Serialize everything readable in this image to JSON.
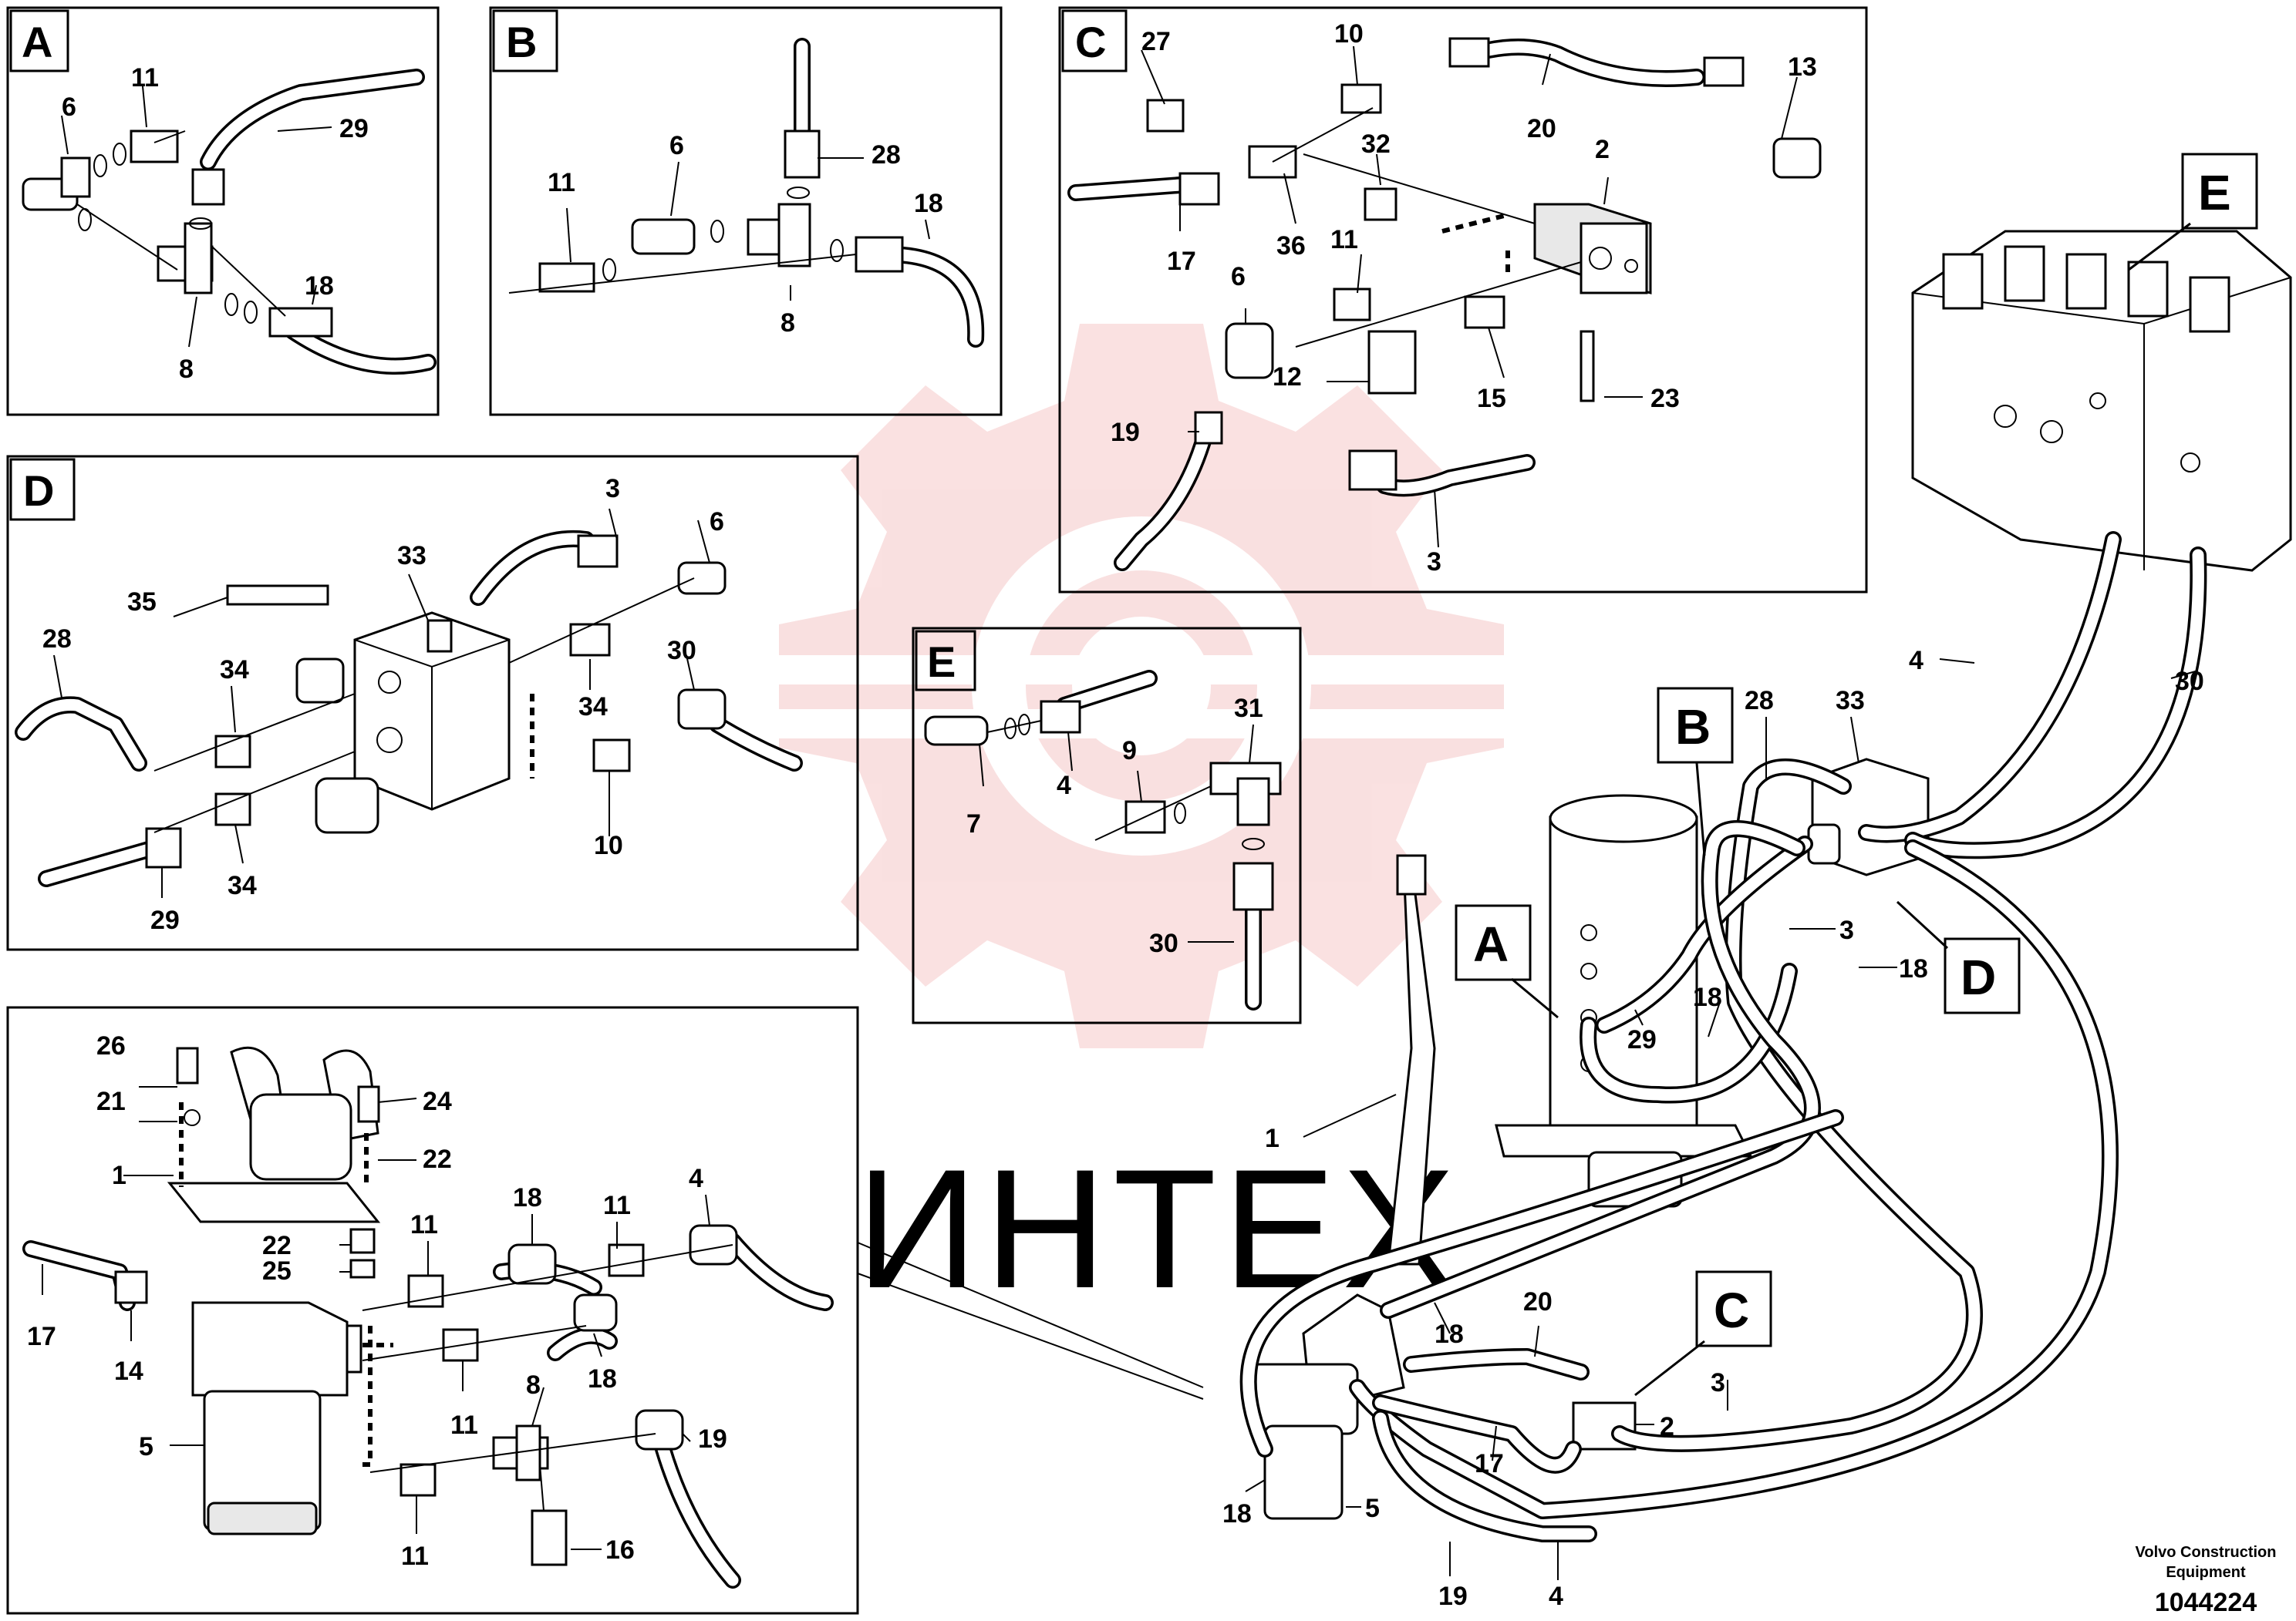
{
  "watermark": "ИНТЕХ",
  "footer": {
    "brand_line1": "Volvo Construction",
    "brand_line2": "Equipment",
    "document_number": "1044224"
  },
  "panels": {
    "A": {
      "letter": "A",
      "labels": [
        "6",
        "11",
        "29",
        "8",
        "18"
      ]
    },
    "B": {
      "letter": "B",
      "labels": [
        "11",
        "6",
        "28",
        "18",
        "8"
      ]
    },
    "C": {
      "letter": "C",
      "labels": [
        "27",
        "10",
        "13",
        "20",
        "2",
        "32",
        "17",
        "36",
        "11",
        "6",
        "12",
        "15",
        "23",
        "19",
        "3"
      ]
    },
    "D": {
      "letter": "D",
      "labels": [
        "3",
        "6",
        "33",
        "35",
        "28",
        "34",
        "34",
        "30",
        "10",
        "29",
        "34"
      ]
    },
    "E": {
      "letter": "E",
      "labels": [
        "4",
        "7",
        "31",
        "9",
        "30"
      ]
    },
    "F": {
      "labels": [
        "26",
        "21",
        "24",
        "1",
        "22",
        "18",
        "4",
        "11",
        "11",
        "22",
        "25",
        "17",
        "14",
        "5",
        "18",
        "11",
        "8",
        "19",
        "11",
        "16"
      ]
    }
  },
  "overview": {
    "callouts": [
      "E",
      "B",
      "D",
      "A",
      "C"
    ],
    "labels": [
      "4",
      "30",
      "28",
      "33",
      "3",
      "18",
      "29",
      "18",
      "1",
      "18",
      "20",
      "17",
      "2",
      "3",
      "18",
      "5",
      "19",
      "4"
    ]
  }
}
